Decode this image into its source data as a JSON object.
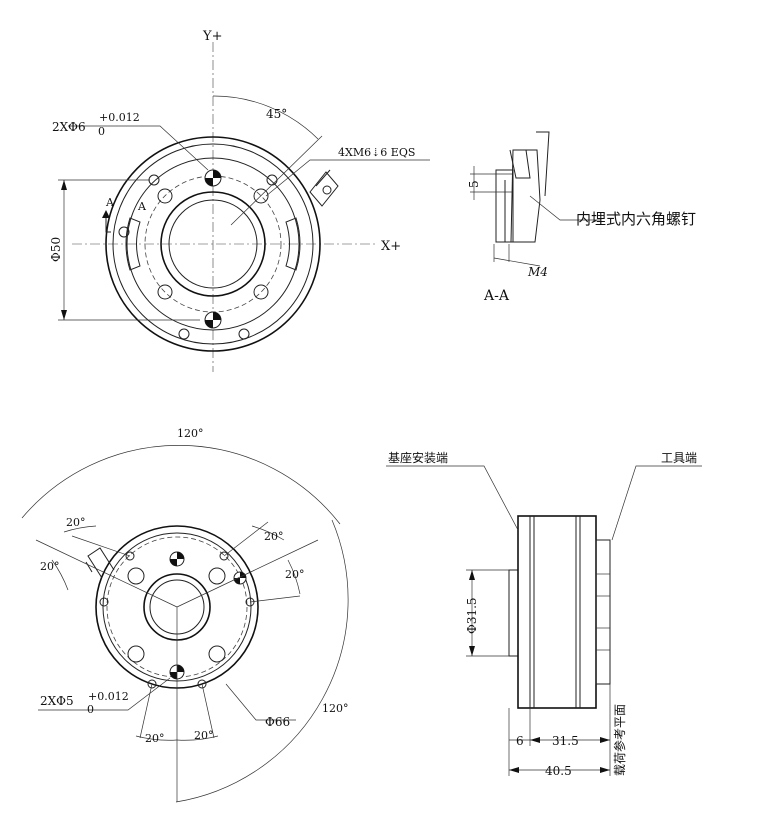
{
  "views": {
    "front": {
      "axis_y": "Y+",
      "axis_x": "X+",
      "angle_45": "45°",
      "pin_hole_tolerance": "2XΦ6",
      "pin_tol_upper": "+0.012",
      "pin_tol_lower": "0",
      "thread_spec": "4XM6⇣6 EQS",
      "section_mark_a1": "A",
      "section_mark_a2": "A",
      "diameter_50": "Φ50"
    },
    "section_aa": {
      "dim_5": "5",
      "dim_m4": "M4",
      "callout": "内埋式内六角螺钉",
      "title": "A-A"
    },
    "bottom": {
      "angle_120_top": "120°",
      "angle_120_right": "120°",
      "angle_20_a": "20°",
      "angle_20_b": "20°",
      "angle_20_c": "20°",
      "angle_20_d": "20°",
      "angle_20_e": "20°",
      "angle_20_f": "20°",
      "pin_hole_tolerance": "2XΦ5",
      "pin_tol_upper": "+0.012",
      "pin_tol_lower": "0",
      "diameter_66": "Φ66"
    },
    "side": {
      "base_label": "基座安装端",
      "tool_label": "工具端",
      "diameter_31_5": "Φ31.5",
      "dim_6": "6",
      "dim_31_5": "31.5",
      "dim_40_5": "40.5",
      "load_plane": "载荷参考平面"
    }
  }
}
